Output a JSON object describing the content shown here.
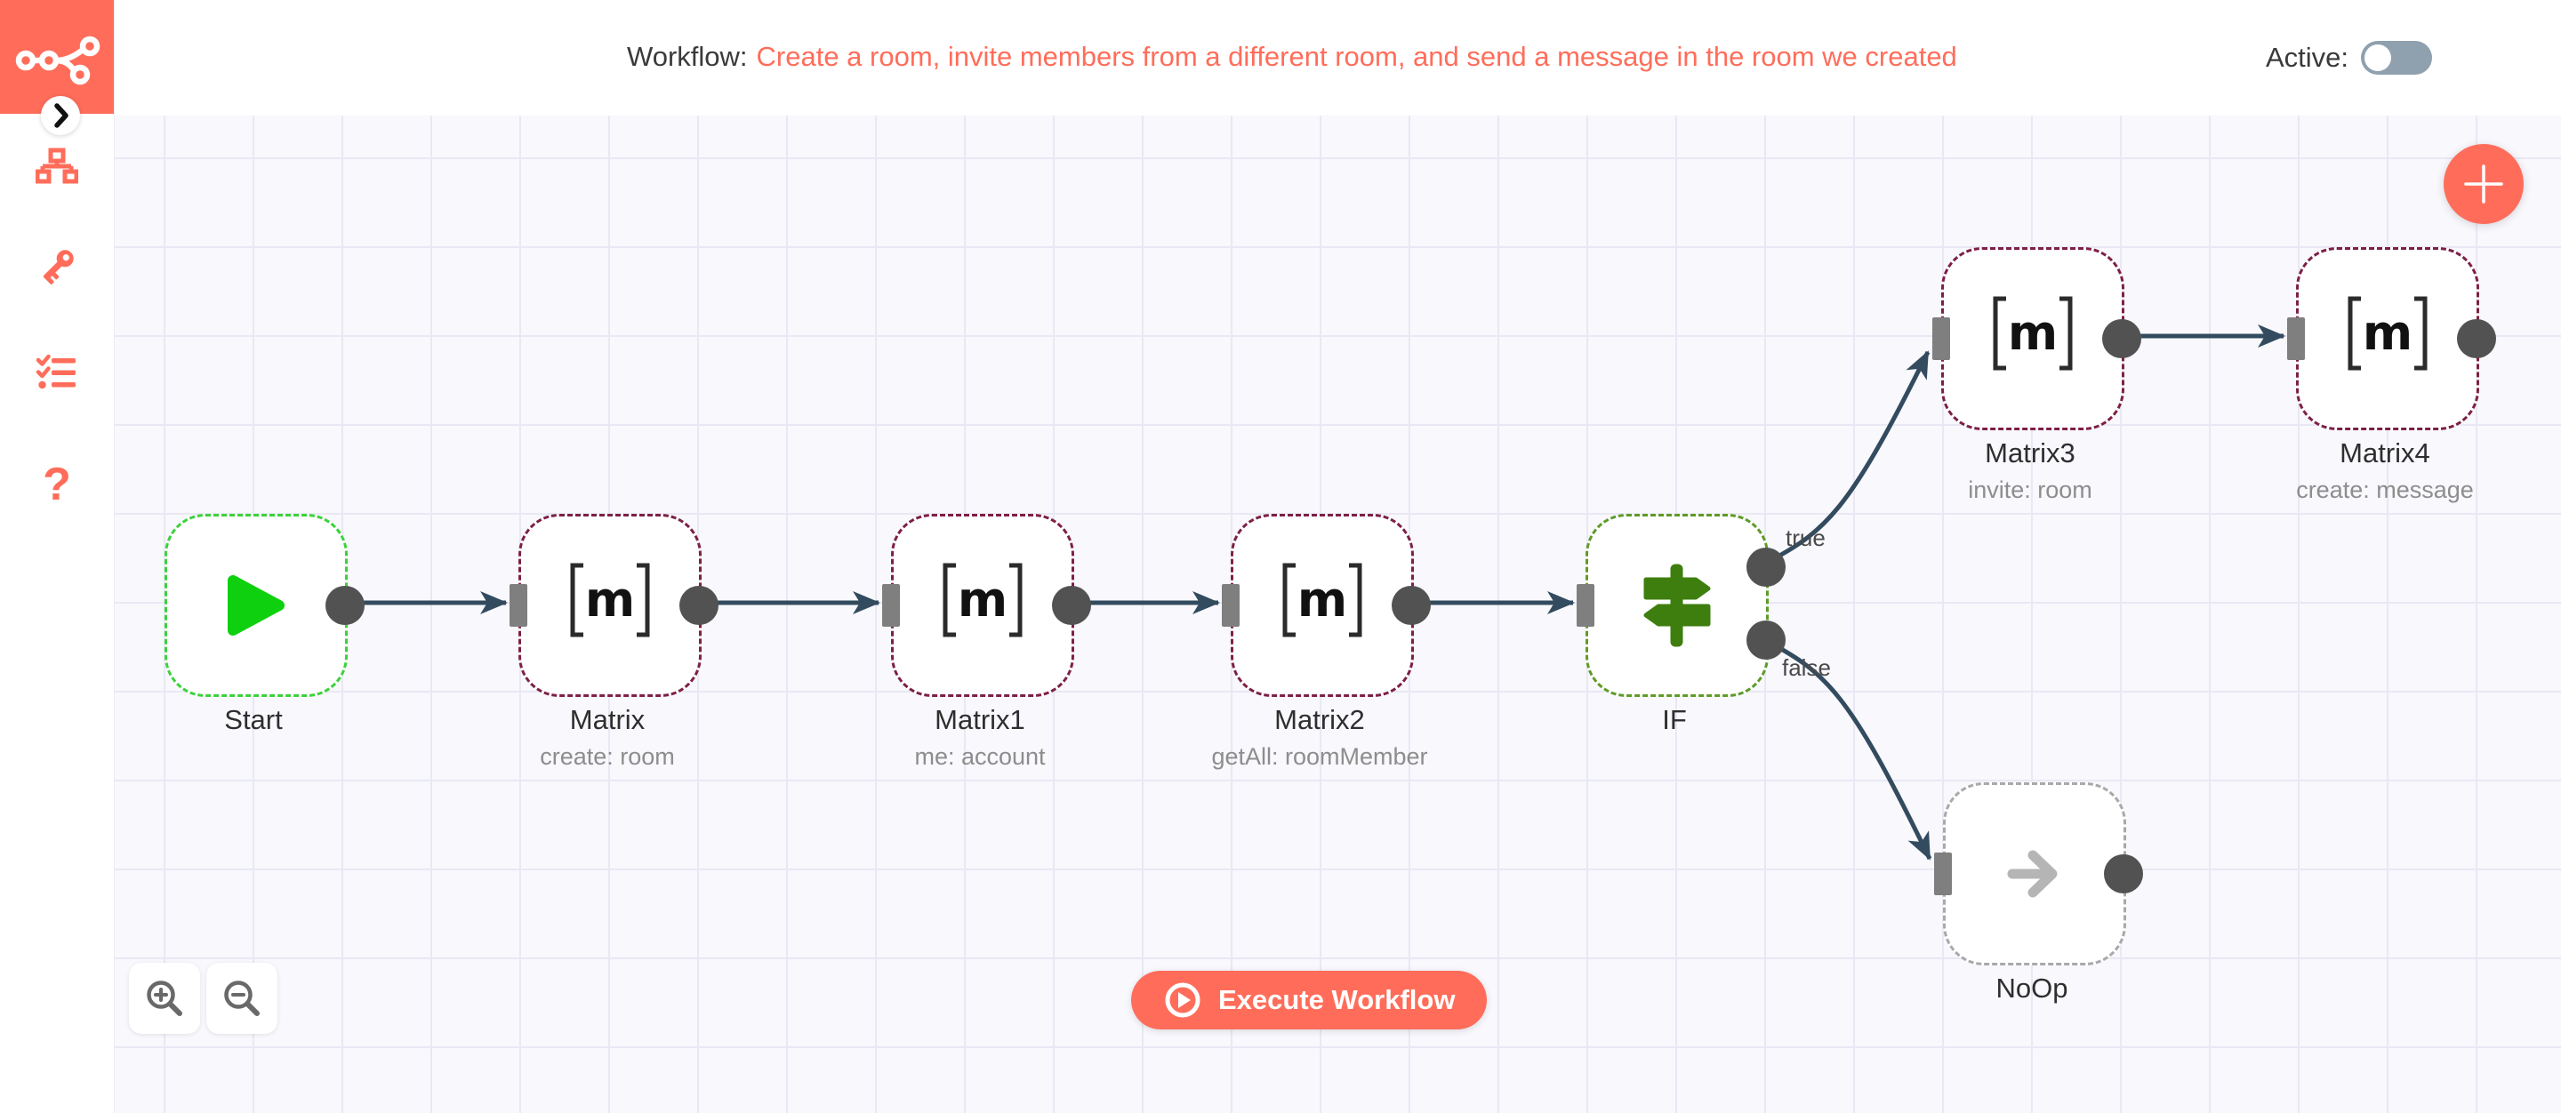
{
  "header": {
    "workflow_label": "Workflow:",
    "workflow_title": "Create a room, invite members from a different room, and send a message in the room we created",
    "active_label": "Active:",
    "active_state": "off"
  },
  "sidebar": {
    "help_glyph": "?",
    "icons": [
      {
        "name": "n8n-logo"
      },
      {
        "name": "collapse-chevron-icon"
      },
      {
        "name": "workflows-icon"
      },
      {
        "name": "credentials-key-icon"
      },
      {
        "name": "executions-list-icon"
      },
      {
        "name": "help-icon"
      }
    ]
  },
  "canvas": {
    "matrix_logo_text": "m",
    "execute_button_label": "Execute Workflow",
    "branch_labels": {
      "true_label": "true",
      "false_label": "false"
    },
    "nodes": [
      {
        "id": "start",
        "label": "Start",
        "subtitle": "",
        "icon": "play-icon"
      },
      {
        "id": "matrix",
        "label": "Matrix",
        "subtitle": "create: room",
        "icon": "matrix-logo-icon"
      },
      {
        "id": "matrix1",
        "label": "Matrix1",
        "subtitle": "me: account",
        "icon": "matrix-logo-icon"
      },
      {
        "id": "matrix2",
        "label": "Matrix2",
        "subtitle": "getAll: roomMember",
        "icon": "matrix-logo-icon"
      },
      {
        "id": "if",
        "label": "IF",
        "subtitle": "",
        "icon": "signpost-icon"
      },
      {
        "id": "matrix3",
        "label": "Matrix3",
        "subtitle": "invite: room",
        "icon": "matrix-logo-icon"
      },
      {
        "id": "matrix4",
        "label": "Matrix4",
        "subtitle": "create: message",
        "icon": "matrix-logo-icon"
      },
      {
        "id": "noop",
        "label": "NoOp",
        "subtitle": "",
        "icon": "arrow-right-icon"
      }
    ]
  },
  "colors": {
    "brand": "#ff6d5a",
    "connection": "#334b5e",
    "start_border_green": "#3bd23b",
    "play_green": "#0fd00f",
    "if_border_green": "#5f9b28",
    "if_icon_green": "#3e7e0e",
    "matrix_border_maroon": "#7d2046",
    "noop_border_gray": "#a9a9a9",
    "canvas_bg": "#f8f8fd",
    "grid_line": "#e9e8f4"
  }
}
